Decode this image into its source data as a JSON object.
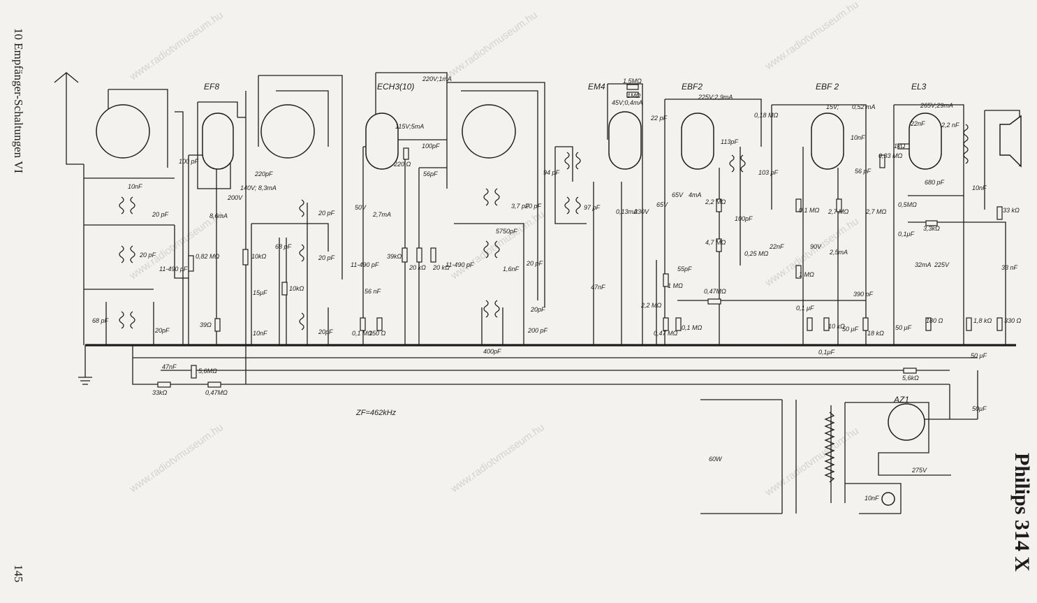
{
  "page": {
    "running_header": "10 Empfänger-Schaltungen VI",
    "page_number": "145",
    "model_title": "Philips 314 X"
  },
  "tubes": {
    "ef8": "EF8",
    "ech3": "ECH3(10)",
    "em4": "EM4",
    "ebf2_a": "EBF2",
    "ebf2_b": "EBF 2",
    "el3": "EL3",
    "az1": "AZ1"
  },
  "diagram": {
    "if_note": "ZF=462kHz",
    "power_note": "60W",
    "watermark": "www.radiotvmuseum.hu"
  },
  "labels": {
    "c10nf": "10nF",
    "c20pf_1": "20 pF",
    "c20pf_2": "20 pF",
    "c11_490": "11-490 pF",
    "c68pf": "68 pF",
    "c20pf_3": "20pF",
    "c100pf": "100 pF",
    "r082": "0,82 MΩ",
    "r39": "39Ω",
    "v200": "200V",
    "i86": "8,6mA",
    "v140": "140V; 8,3mA",
    "c220pf": "220pF",
    "r10k_1": "10kΩ",
    "c68pf_2": "68 pF",
    "r10k_2": "10kΩ",
    "c15uf": "15μF",
    "c10nf_2": "10nF",
    "c20pf_4": "20 pF",
    "c20pf_5": "20 pF",
    "c20pf_6": "20pF",
    "c47nf": "47nF",
    "r56m": "5,6MΩ",
    "r33k": "33kΩ",
    "r047m": "0,47MΩ",
    "ech3_top": "220V;1mA",
    "ech3_a": "115V;5mA",
    "c100pf_2": "100pF",
    "r220": "220 Ω",
    "c56pf": "56pF",
    "v50": "50V",
    "i27": "2,7mA",
    "c11_490b": "11-490 pF",
    "c56nf": "56 nF",
    "r01m": "0,1 MΩ",
    "r150": "150 Ω",
    "r39k": "39kΩ",
    "r20k_1": "20 kΩ",
    "r20k_2": "20 kΩ",
    "c11_490c": "11-490 pF",
    "c37pf": "3,7 pF",
    "c20pf_7": "20 pF",
    "c5750": "5750pF",
    "c16nf": "1,6nF",
    "c20pf_8": "20 pF",
    "c20pf_9": "20pF",
    "c200": "200 pF",
    "c400pf": "400pF",
    "c94pf": "94 pF",
    "c97pf": "97 pF",
    "c47nf_2": "47nF",
    "em4_v": "45V;0,4mA",
    "r15m": "1,5MΩ",
    "r1m": "1MΩ",
    "i013": "0,13mA",
    "v230": "230V",
    "c22pf": "22 pF",
    "ebf2_top": "225V;2,9mA",
    "v65": "65V",
    "v65b": "65V",
    "i4": "4mA",
    "c113pf": "113pF",
    "r018": "0,18 MΩ",
    "c103": "103 pF",
    "r22m": "2,2 MΩ",
    "r47m": "4,7 MΩ",
    "c100pf_3": "100pF",
    "c22nf": "22nF",
    "r025": "0,25 MΩ",
    "c55pf": "55pF",
    "r1m_2": "1 MΩ",
    "r22m_2": "2,2 MΩ",
    "r047m_2": "0,47MΩ",
    "r047_3": "0,47 MΩ",
    "r01m_2": "0,1 MΩ",
    "ebf2b_v": "15V;",
    "i052": "0,52 mA",
    "c10nf_3": "10nF",
    "r01m_3": "0,1 MΩ",
    "r27m": "2,7 MΩ",
    "v90": "90V",
    "i25": "2,5mA",
    "r1m_3": "1 MΩ",
    "c01_2": "0,1 μF",
    "r10k_3": "10 kΩ",
    "c50uf": "50 μF",
    "c01uf": "0,1μF",
    "r27m_2": "2,7 MΩ",
    "c56pf_2": "56 pF",
    "c390": "390 pF",
    "r18k": "18 kΩ",
    "el3_top": "265V;29mA",
    "c22nf_2": "22nF",
    "c22nf_3": "2,2 nF",
    "r1k": "1kΩ",
    "r033": "0,33 MΩ",
    "c680": "680 pF",
    "r05m": "0,5MΩ",
    "c01uf_2": "0,1μF",
    "r33k_2": "3,3kΩ",
    "i32": "32mA",
    "v225": "225V",
    "c50uf_2": "50 μF",
    "r180": "180 Ω",
    "c10nf_4": "10nF",
    "r33k_3": "33 kΩ",
    "c33nf": "33 nF",
    "r18k_2": "1,8 kΩ",
    "r330": "330 Ω",
    "c50uf_3": "50 μF",
    "r56k": "5,6kΩ",
    "c50uf_4": "50μF",
    "v275": "275V",
    "c10nf_5": "10nF"
  }
}
